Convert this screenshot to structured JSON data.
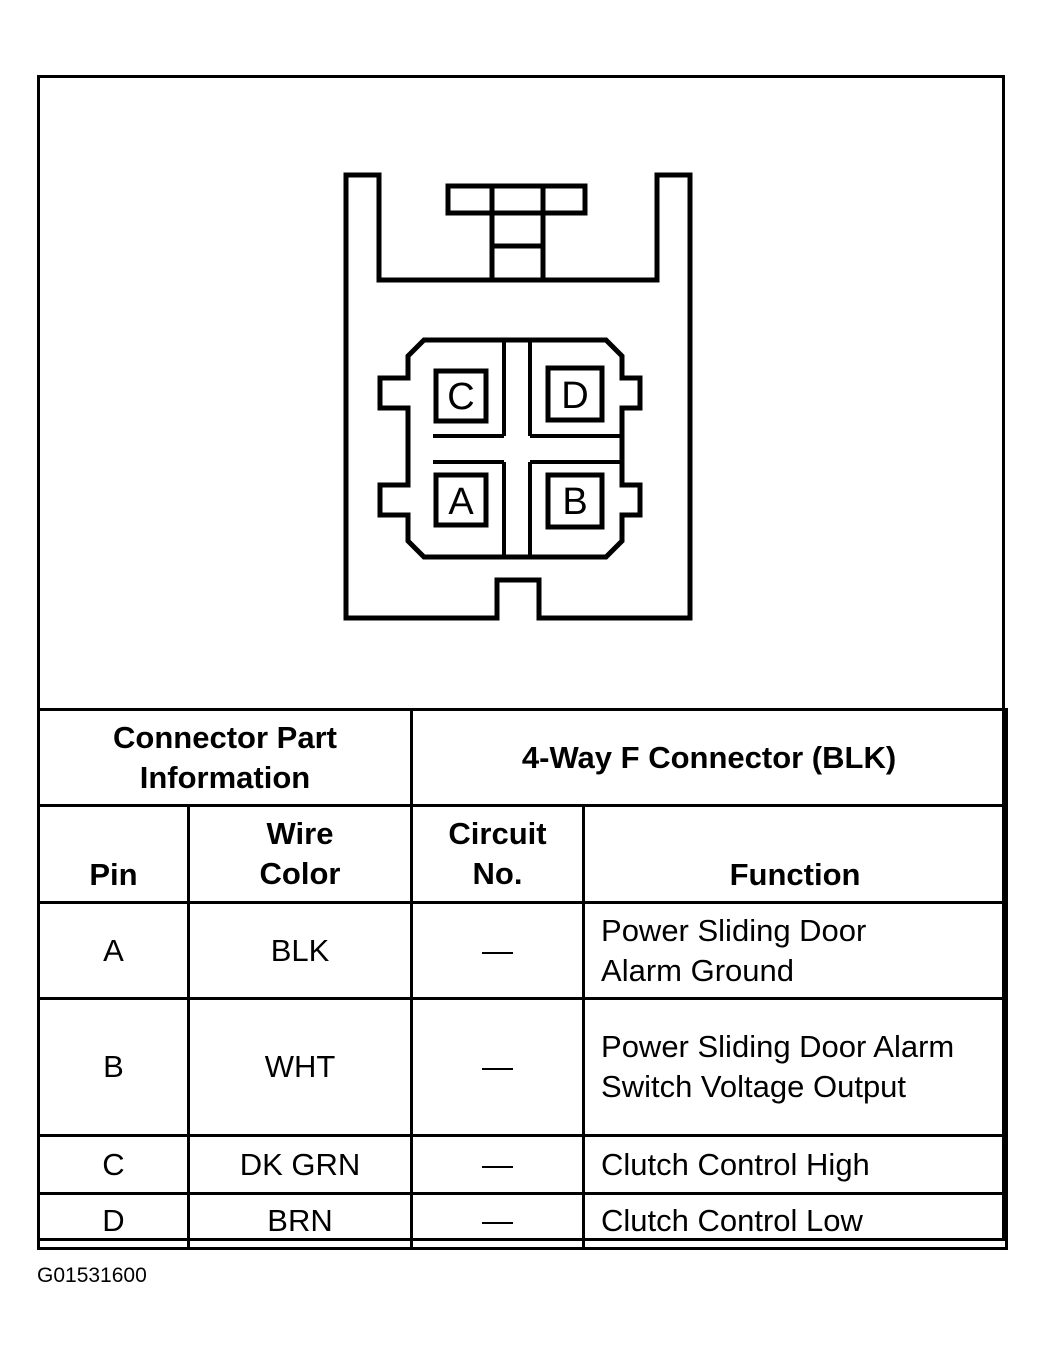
{
  "connector_diagram": {
    "pins": [
      {
        "label": "C"
      },
      {
        "label": "D"
      },
      {
        "label": "A"
      },
      {
        "label": "B"
      }
    ]
  },
  "table": {
    "part_info_label": "Connector Part Information",
    "connector_name": "4-Way F Connector (BLK)",
    "headers": {
      "pin": "Pin",
      "wire_color": "Wire Color",
      "circuit_no": "Circuit No.",
      "function": "Function"
    },
    "rows": [
      {
        "pin": "A",
        "wire_color": "BLK",
        "circuit": "—",
        "function": "Power Sliding Door Alarm Ground"
      },
      {
        "pin": "B",
        "wire_color": "WHT",
        "circuit": "—",
        "function": "Power Sliding Door Alarm Switch Voltage Output"
      },
      {
        "pin": "C",
        "wire_color": "DK GRN",
        "circuit": "—",
        "function": "Clutch Control High"
      },
      {
        "pin": "D",
        "wire_color": "BRN",
        "circuit": "—",
        "function": "Clutch Control Low"
      }
    ]
  },
  "figure_id": "G01531600"
}
